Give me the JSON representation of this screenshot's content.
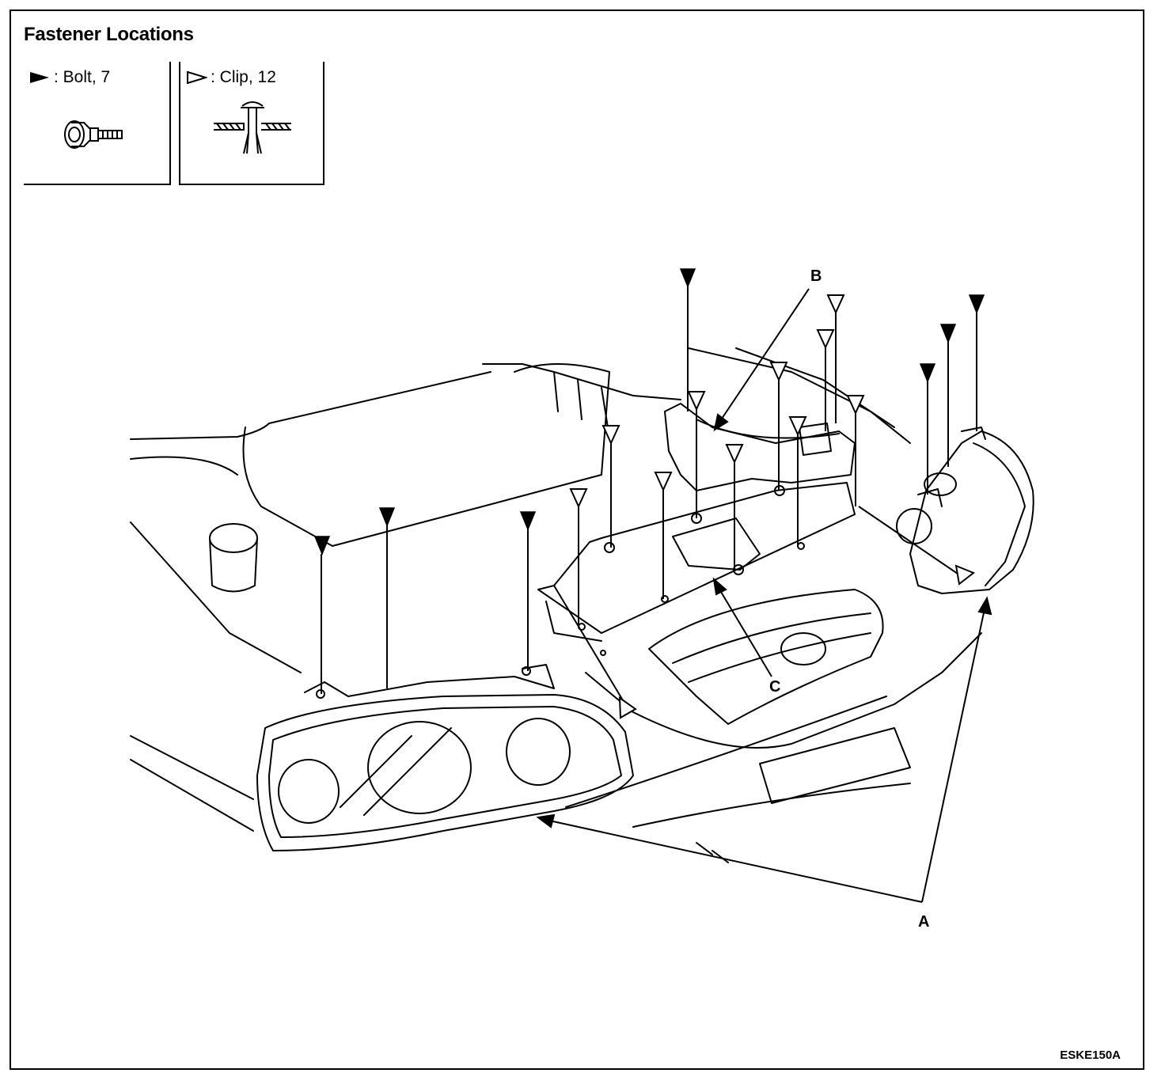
{
  "title": "Fastener Locations",
  "legend": {
    "bolt": {
      "label": ": Bolt, 7",
      "icon": "filled-triangle-arrow"
    },
    "clip": {
      "label": ": Clip, 12",
      "icon": "outline-triangle-arrow"
    }
  },
  "callouts": {
    "a": "A",
    "b": "B",
    "c": "C"
  },
  "figure_code": "ESKE150A"
}
